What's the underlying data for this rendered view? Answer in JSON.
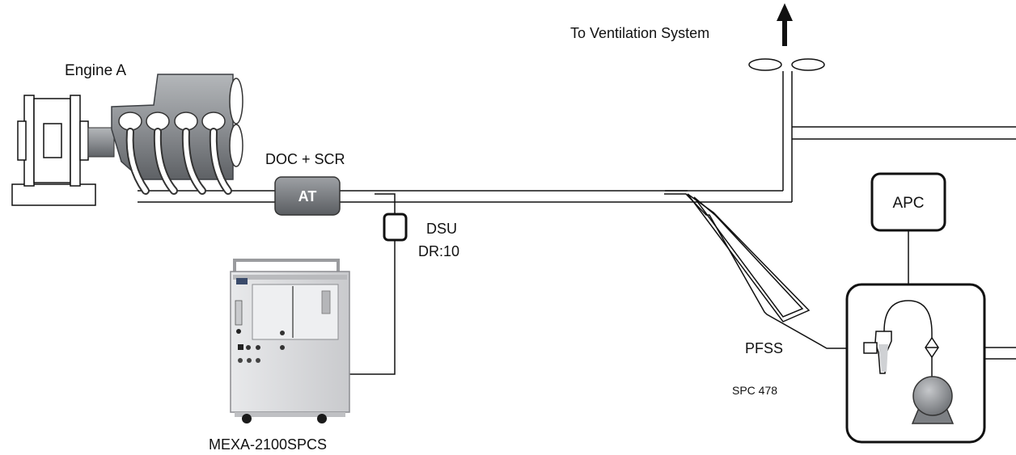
{
  "labels": {
    "ventilation": "To Ventilation System",
    "engine": "Engine A",
    "aftertreatment_title": "DOC + SCR",
    "aftertreatment_box": "AT",
    "dsu_line1": "DSU",
    "dsu_line2": "DR:10",
    "apc": "APC",
    "pfss": "PFSS",
    "spc": "SPC 478",
    "analyzer": "MEXA-2100SPCS"
  },
  "colors": {
    "line": "#111111",
    "engine_body": "#8f9296",
    "engine_dark": "#5f6266",
    "at_box": "#7c7f83",
    "cabinet": "#dcdde0"
  }
}
